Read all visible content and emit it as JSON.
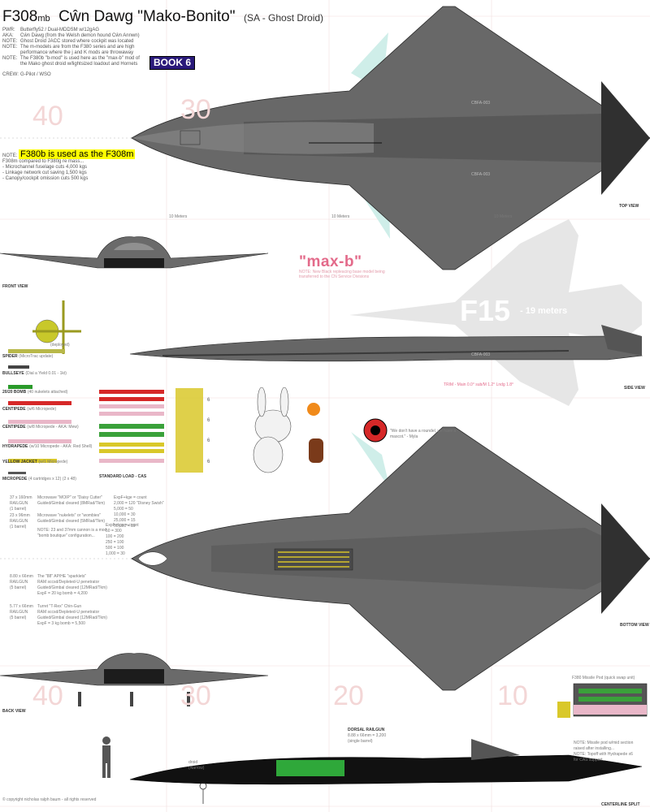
{
  "header": {
    "designation": "F308",
    "designation_suffix": "mb",
    "name": "Cŵn Dawg \"Mako-Bonito\"",
    "subtitle": "(SA - Ghost Droid)"
  },
  "specs": [
    {
      "key": "PWR:",
      "value": "Butterfly52 / Dual-MDDSM w/12gAG"
    },
    {
      "key": "AKA:",
      "value": "Cŵn Dawg (from the Welsh demon hound Cŵn Annwn)"
    },
    {
      "key": "NOTE:",
      "value": "Ghost Droid JACC stored where cockpit was located"
    },
    {
      "key": "NOTE:",
      "value": "The m-models are from the F380 series and are high"
    },
    {
      "key": "",
      "value": "performance where the j and K mods are throwaway"
    },
    {
      "key": "NOTE:",
      "value": "The F380b \"b-mod\" is used here as the \"max-b\" mod of"
    },
    {
      "key": "",
      "value": "the Mako ghost droid w/lightsized loadout and Hornets"
    },
    {
      "key": "CREW:",
      "value": "G-Pilot / WSO"
    }
  ],
  "book_badge": "BOOK 6",
  "f380_note": {
    "prefix": "NOTE:",
    "highlight": "F380b is used as the F308m",
    "lines": [
      "F308m compared to F380g re mass...",
      "- Microchannel fuselage cuts 4,000 kgs",
      "- Linkage network cut saving 1,500 kgs",
      "- Canopy/cockpit omission cuts 500 kgs"
    ]
  },
  "view_labels": {
    "top": "TOP VIEW",
    "front": "FRONT VIEW",
    "side": "SIDE VIEW",
    "bottom": "BOTTOM VIEW",
    "back": "BACK VIEW",
    "centerline": "CENTERLINE SPLIT"
  },
  "scale_numbers": {
    "n40": "40",
    "n30": "30",
    "n20": "20",
    "n10": "10"
  },
  "meters_label": "10 Meters",
  "fuselage_mark": "CBFA-003",
  "maxb": {
    "title": "\"max-b\"",
    "note": "NOTE: New Black repleacing base model being transferred to the CN Service Divisions"
  },
  "f15": {
    "label": "F15",
    "sub": "- 19 meters"
  },
  "trim_note": "TRIM - Main 0.0° sub/M 1.2° Lndg 1.8°",
  "weapons": {
    "spider": {
      "label": "SPIDER",
      "note": "(MicroTrac update)",
      "deployed": "(deployed)"
    },
    "bullseye": {
      "label": "BULLSEYE",
      "note": "(Dial a Yield 0.01 - 1kt)"
    },
    "bomb2020": {
      "label": "20/20 BOMB",
      "note": "(40 nukelets attached)"
    },
    "centipede1": {
      "label": "CENTIPEDE",
      "note": "(w/6 Micropede)"
    },
    "centipede2": {
      "label": "CENTIPEDE",
      "note": "(w/8 Micropede - AKA: Mew)"
    },
    "hydrapede": {
      "label": "HYDRAPEDE",
      "note": "(w/10 Micropede - AKA: Red Shell)"
    },
    "yellowjacket": {
      "label": "YELLOW JACKET",
      "note": "(w/1 Micropede)"
    },
    "micropede": {
      "label": "MICROPEDE",
      "note": "(4 cartridges x 12)",
      "note2": "(2 x 48)"
    },
    "standard_load": "STANDARD LOAD - CAS",
    "count_6": "6"
  },
  "quote": "\"We don't have a roundel, we have a mascot.\" - Myla",
  "railguns": [
    {
      "size": "37 x 160mm",
      "name": "RAILGUN",
      "barrels": "(1 barrel)",
      "desc": [
        "Microwave \"MOIP\" or \"Daisy Cutter\"",
        "Guided/Gimbal cleared (8MRad/Tkm)"
      ],
      "table_head": "ExpF+kge = count",
      "table": [
        "2,000 = 120 \"Disney Swish\"",
        "5,000 = 50",
        "10,000 = 30",
        "25,000 = 15",
        "50,000 = 10"
      ]
    },
    {
      "size": "23 x 96mm",
      "name": "RAILGUN",
      "barrels": "(1 barrel)",
      "desc": [
        "Microwave \"nukelets\" or \"wombies\"",
        "Guided/Gimbal cleared (5MRad/Tkm)"
      ],
      "table_head": "ExpF+kge = count",
      "table": [
        "50 = 300",
        "100 = 200",
        "250 = 100",
        "500 = 100",
        "1,000 = 30"
      ],
      "note": [
        "NOTE: 23 and 37mm cannon is a mod",
        "\"bomb boutique\" configuration..."
      ]
    },
    {
      "size": "8.80 x 66mm",
      "name": "RAILGUN",
      "barrels": "(5 barrel)",
      "desc": [
        "The \"88\" AP/HE \"sparklets\"",
        "RAM sccsd/Depleted-U penetrator",
        "Guided/Gimbal cleared (12MRad/Tkm)",
        "ExpF = 20 kg bomb = 4,200"
      ]
    },
    {
      "size": "5.77 x 66mm",
      "name": "RAILGUN",
      "barrels": "(5 barrel)",
      "desc": [
        "Turret \"T-Rex\" Chin-Gun",
        "RAM sccsd/Depleted-U penetrator",
        "Guided/Gimbal cleared (12MRad/Tkm)",
        "ExpF = 3 kg bomb = 5,500"
      ]
    }
  ],
  "dorsal_railgun": {
    "title": "DORSAL RAILGUN",
    "size": "8.88 x 66mm = 3,200",
    "barrels": "(single barrel)"
  },
  "missile_pod": {
    "title": "F380 Missile Pod (quick swap unit)",
    "notes": [
      "NOTE: Missile pod w/mid section",
      "raised after installing...",
      "NOTE: Topoff with Hydrapede x6",
      "for CAS support..."
    ]
  },
  "droid_label": "droid",
  "droid_label2": "(Narrow)",
  "copyright": "© copyright nicholas ralph baum - all rights reserved",
  "colors": {
    "body": "#686868",
    "body_dark": "#3f3f3f",
    "body_light": "#8c8c8c",
    "cyan_fx": "#cfeee9",
    "grid_pink": "#f0d0d0",
    "green_pod": "#3aa13a",
    "red_pod": "#d62828",
    "yellow_pod": "#d9c82a",
    "pink_pod": "#e9b7c8"
  }
}
